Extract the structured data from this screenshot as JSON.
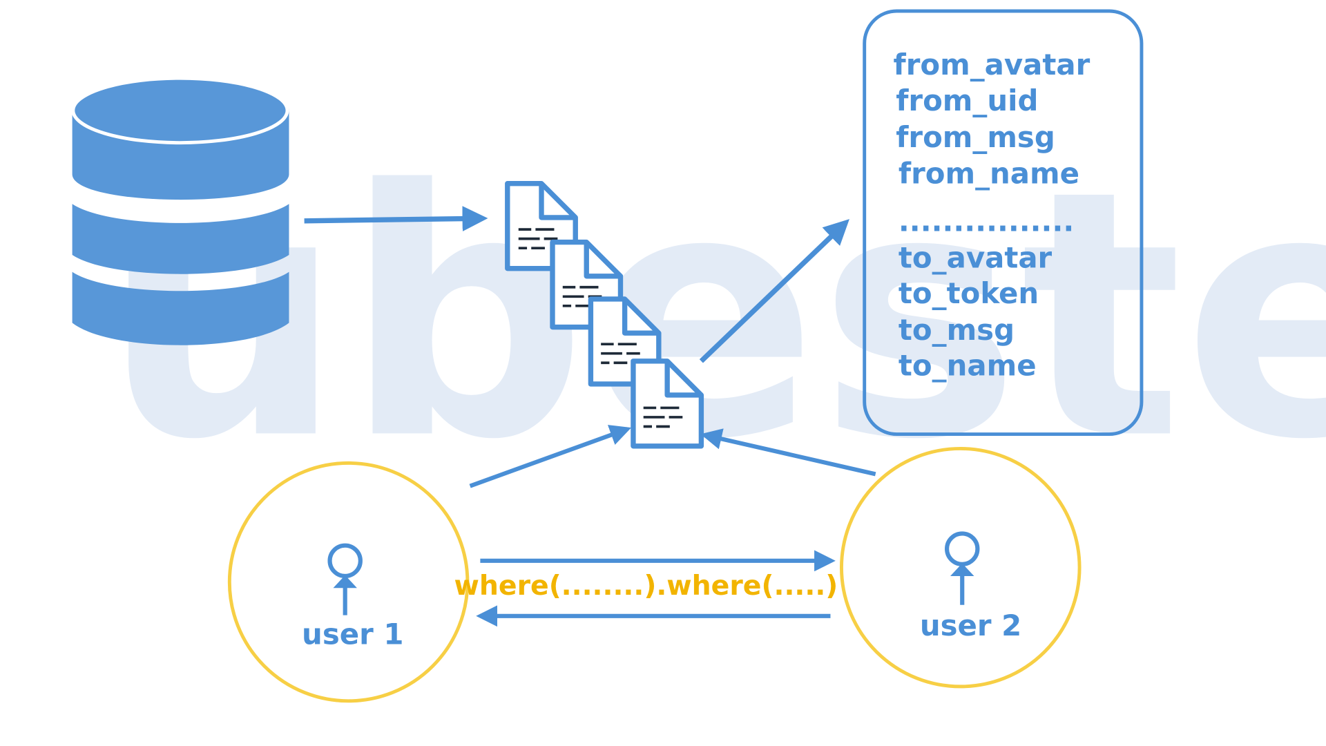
{
  "watermark": "ubestech",
  "colors": {
    "accent": "#4a8fd6",
    "database": "#5897d8",
    "user_circle": "#f7cf45",
    "query_text": "#f2b400",
    "watermark": "#e3ebf6",
    "document_lines": "#1e2a38"
  },
  "fields_box": {
    "fields": [
      "from_avatar",
      "from_uid",
      "from_msg",
      "from_name",
      "................",
      "to_avatar",
      "to_token",
      "to_msg",
      "to_name"
    ]
  },
  "users": [
    {
      "label": "user 1",
      "icon": "person-icon"
    },
    {
      "label": "user 2",
      "icon": "person-icon"
    }
  ],
  "query": "where(........).where(.....)",
  "icons": {
    "database": "database-icon",
    "documents": "document-icon"
  }
}
